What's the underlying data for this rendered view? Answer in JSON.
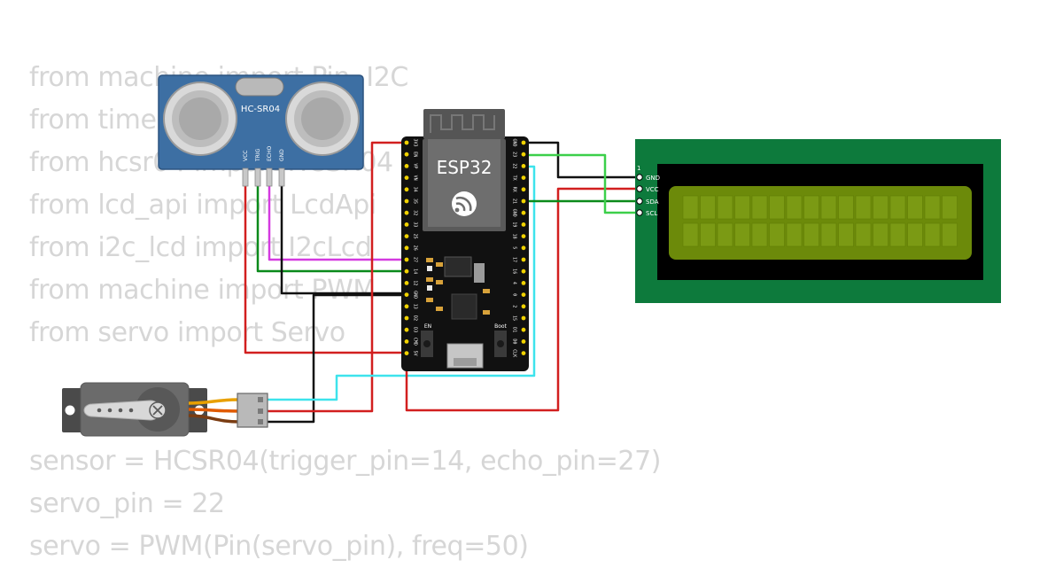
{
  "code_top": [
    "from machine import Pin, I2C",
    "from time import sleep",
    "from hcsr04 import HCSR04",
    "from lcd_api import LcdApi",
    "from i2c_lcd import I2cLcd",
    "from machine import PWM",
    "from servo import Servo"
  ],
  "code_bottom": [
    "sensor = HCSR04(trigger_pin=14, echo_pin=27)",
    "servo_pin = 22",
    "servo = PWM(Pin(servo_pin), freq=50)"
  ],
  "hcsr04": {
    "label": "HC-SR04",
    "pins": [
      "VCC",
      "TRIG",
      "ECHO",
      "GND"
    ]
  },
  "esp32": {
    "label": "ESP32",
    "left_pins": [
      "3V3",
      "EN",
      "VP",
      "VN",
      "34",
      "35",
      "32",
      "33",
      "25",
      "26",
      "27",
      "14",
      "12",
      "GND",
      "13",
      "D2",
      "D3",
      "CMD",
      "5V"
    ],
    "right_pins": [
      "GND",
      "23",
      "22",
      "TX",
      "RX",
      "21",
      "GND",
      "19",
      "18",
      "5",
      "17",
      "16",
      "4",
      "0",
      "2",
      "15",
      "D1",
      "D0",
      "CLK"
    ],
    "en_label": "EN",
    "boot_label": "Boot"
  },
  "lcd": {
    "pin_number": "1",
    "pins": [
      "GND",
      "VCC",
      "SDA",
      "SCL"
    ]
  },
  "colors": {
    "wire_red": "#d21f1f",
    "wire_black": "#111111",
    "wire_green_dark": "#0a8a1a",
    "wire_green_light": "#3ccf4a",
    "wire_magenta": "#d43be0",
    "wire_cyan": "#3de3ec",
    "lcd_board": "#0d7a3c",
    "lcd_screen": "#6c8a0a",
    "hcsr04_board": "#3d6fa3",
    "code_text": "#d6d6d6"
  }
}
